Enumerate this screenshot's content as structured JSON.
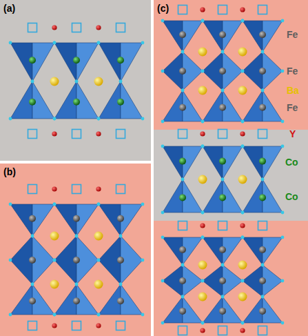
{
  "diagram": {
    "labels": [
      "(a)",
      "(b)",
      "(c)",
      "Fe",
      "Fe",
      "Ba",
      "Fe",
      "Y",
      "Co",
      "Co"
    ]
  }
}
